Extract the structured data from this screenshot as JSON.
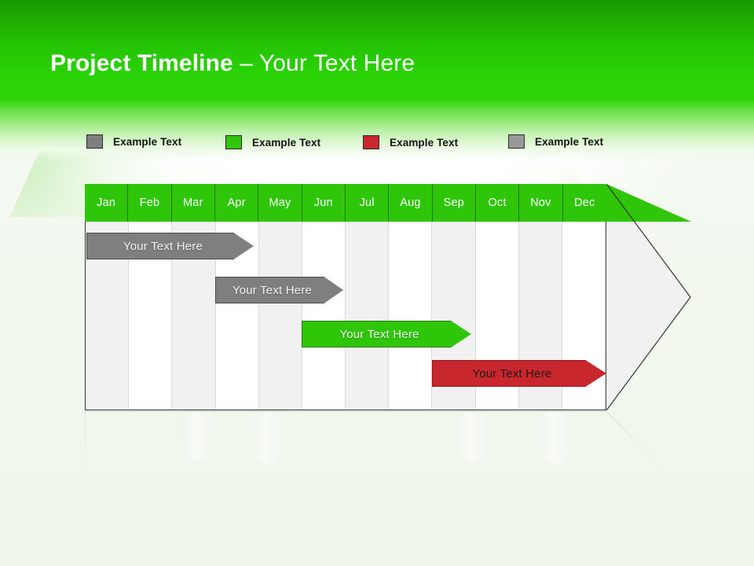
{
  "slide": {
    "title_bold": "Project Timeline",
    "title_separator": " – ",
    "title_light": "Your Text Here",
    "band_color": "#2ed406",
    "background_color": "#f2f8f0"
  },
  "legend": {
    "items": [
      {
        "label": "Example Text",
        "color": "#7f7f7f",
        "x": 110
      },
      {
        "label": "Example Text",
        "color": "#2fc509",
        "x": 287
      },
      {
        "label": "Example Text",
        "color": "#c8272d",
        "x": 462
      },
      {
        "label": "Example Text",
        "color": "#999999",
        "x": 647
      }
    ]
  },
  "chart_data": {
    "type": "bar",
    "title": "Project Timeline",
    "xlabel": "",
    "ylabel": "",
    "categories": [
      "Jan",
      "Feb",
      "Mar",
      "Apr",
      "May",
      "Jun",
      "Jul",
      "Aug",
      "Sep",
      "Oct",
      "Nov",
      "Dec"
    ],
    "header_fill": "#2fc509",
    "header_text_color": "#ffffff",
    "grid": true,
    "legend_position": "top",
    "series": [
      {
        "name": "Your  Text Here",
        "label": "Your  Text Here",
        "color": "#7f7f7f",
        "text_color": "#f3f3f3",
        "start_month": "Jan",
        "end_month": "Apr",
        "start_index": 0,
        "end_index": 3.9,
        "row": 0
      },
      {
        "name": "Your  Text Here",
        "label": "Your  Text Here",
        "color": "#7f7f7f",
        "text_color": "#f3f3f3",
        "start_month": "Apr",
        "end_month": "Jul",
        "start_index": 3.0,
        "end_index": 5.95,
        "row": 1
      },
      {
        "name": "Your  Text Here",
        "label": "Your  Text Here",
        "color": "#2fc509",
        "text_color": "#f6fff2",
        "start_month": "Jun",
        "end_month": "Sep",
        "start_index": 5.0,
        "end_index": 8.9,
        "row": 2
      },
      {
        "name": "Your  Text Here",
        "label": "Your  Text Here",
        "color": "#c8272d",
        "text_color": "#1b1b1b",
        "text_color_note": "dark",
        "start_month": "Sep",
        "end_month": "Dec",
        "start_index": 8.0,
        "end_index": 12.0,
        "row": 3
      }
    ]
  }
}
